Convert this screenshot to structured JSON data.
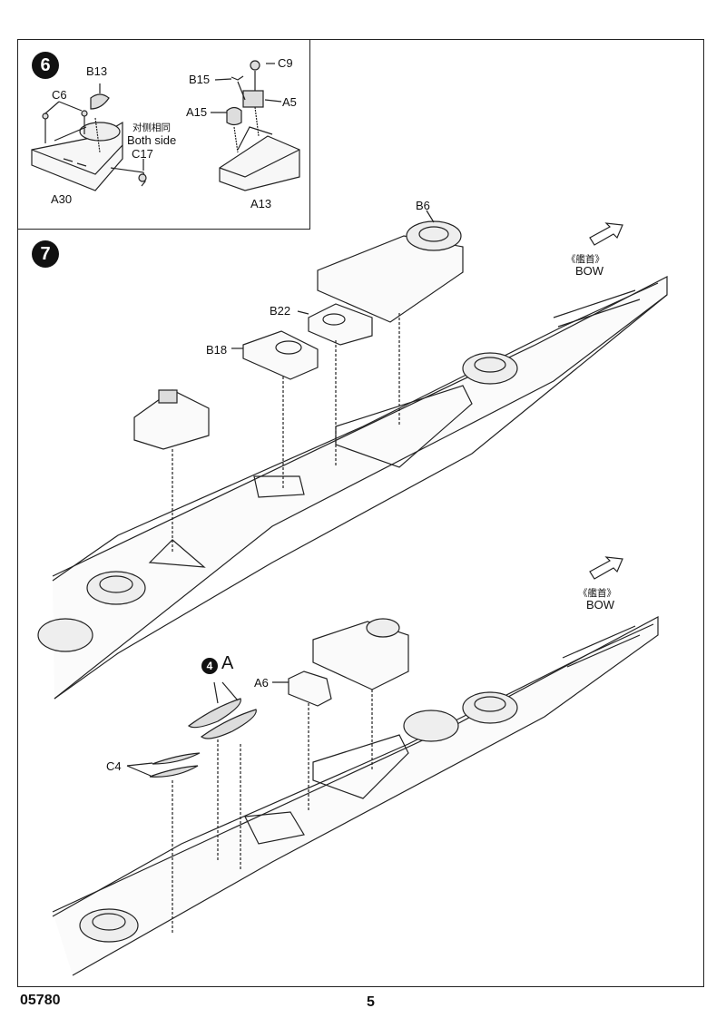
{
  "footer": {
    "code": "05780",
    "page": "5"
  },
  "step6": {
    "number": "6",
    "labels": {
      "b13": "B13",
      "c6": "C6",
      "c17": "C17",
      "a30": "A30",
      "b15": "B15",
      "c9": "C9",
      "a5": "A5",
      "a15": "A15",
      "a13": "A13"
    },
    "note_cn": "对侧相同",
    "note_en": "Both side"
  },
  "step7": {
    "number": "7",
    "labels": {
      "b6": "B6",
      "b22": "B22",
      "b18": "B18",
      "a6": "A6",
      "c4": "C4"
    },
    "bow_cn": "《艦首》",
    "bow_en": "BOW",
    "sub_step": "4",
    "sub_step_part": "A"
  }
}
